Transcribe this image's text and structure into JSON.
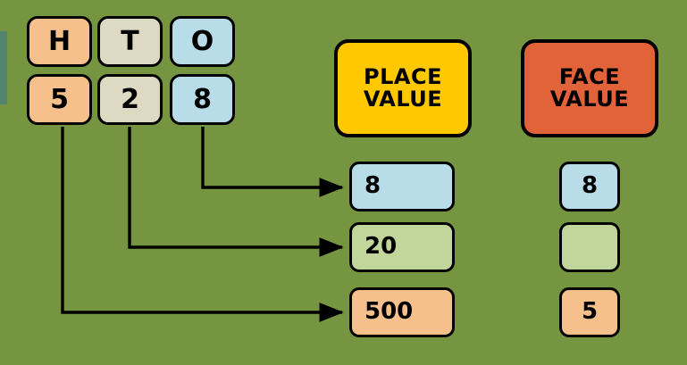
{
  "diagram": {
    "title_hidden": "",
    "background_color": "#769541",
    "edge_strip_color": "#51836f"
  },
  "palette": {
    "peach": "#F5C08C",
    "beige": "#DDD9C3",
    "blue": "#B8DCE8",
    "sage": "#C2D69B",
    "yellow": "#FFC800",
    "orange_red": "#E2623A",
    "outline": "#000000"
  },
  "place_headers": [
    {
      "label": "H",
      "color_key": "peach"
    },
    {
      "label": "T",
      "color_key": "beige"
    },
    {
      "label": "O",
      "color_key": "blue"
    }
  ],
  "digits": [
    {
      "label": "5",
      "color_key": "peach"
    },
    {
      "label": "2",
      "color_key": "beige"
    },
    {
      "label": "8",
      "color_key": "blue"
    }
  ],
  "columns": {
    "place_value": {
      "line1": "PLACE",
      "line2": "VALUE"
    },
    "face_value": {
      "line1": "FACE",
      "line2": "VALUE"
    }
  },
  "place_values": [
    {
      "label": "8",
      "color_key": "blue"
    },
    {
      "label": "20",
      "color_key": "sage"
    },
    {
      "label": "500",
      "color_key": "peach"
    }
  ],
  "face_values": [
    {
      "label": "8",
      "color_key": "blue"
    },
    {
      "label": "",
      "color_key": "sage"
    },
    {
      "label": "5",
      "color_key": "peach"
    }
  ],
  "connectors": [
    {
      "from": "digit-8",
      "to": "place-value-8"
    },
    {
      "from": "digit-2",
      "to": "place-value-20"
    },
    {
      "from": "digit-5",
      "to": "place-value-500"
    }
  ]
}
